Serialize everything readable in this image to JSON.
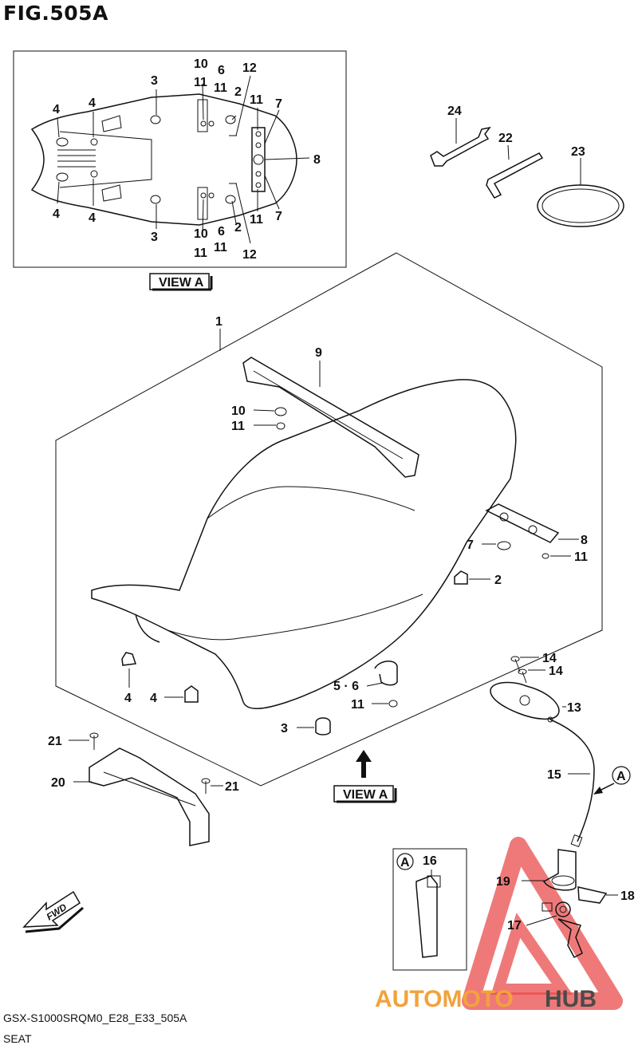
{
  "figure_title": "FIG.505A",
  "view_label": "VIEW A",
  "view_label_main": "VIEW A",
  "callout_letter": "A",
  "fwd_label": "FWD",
  "logo": {
    "part1": "AUTOMOTO",
    "part2": "HUB",
    "color_red": "#e83a3a",
    "color_orange": "#f2a23c",
    "color_grey": "#4a4a4a"
  },
  "footer": {
    "model_code": "GSX-S1000SRQM0_E28_E33_505A",
    "caption": "SEAT"
  },
  "inset_labels": [
    {
      "id": "i10a",
      "text": "10"
    },
    {
      "id": "i11a",
      "text": "11"
    },
    {
      "id": "i6a",
      "text": "6"
    },
    {
      "id": "i11b",
      "text": "11"
    },
    {
      "id": "i12a",
      "text": "12"
    },
    {
      "id": "i2a",
      "text": "2"
    },
    {
      "id": "i3a",
      "text": "3"
    },
    {
      "id": "i4a",
      "text": "4"
    },
    {
      "id": "i4b",
      "text": "4"
    },
    {
      "id": "i11c",
      "text": "11"
    },
    {
      "id": "i7a",
      "text": "7"
    },
    {
      "id": "i8a",
      "text": "8"
    },
    {
      "id": "i4c",
      "text": "4"
    },
    {
      "id": "i4d",
      "text": "4"
    },
    {
      "id": "i11d",
      "text": "11"
    },
    {
      "id": "i7b",
      "text": "7"
    },
    {
      "id": "i3b",
      "text": "3"
    },
    {
      "id": "i10b",
      "text": "10"
    },
    {
      "id": "i6b",
      "text": "6"
    },
    {
      "id": "i2b",
      "text": "2"
    },
    {
      "id": "i11e",
      "text": "11"
    },
    {
      "id": "i11f",
      "text": "11"
    },
    {
      "id": "i12b",
      "text": "12"
    }
  ],
  "main_labels": [
    {
      "id": "m24",
      "text": "24"
    },
    {
      "id": "m22",
      "text": "22"
    },
    {
      "id": "m23",
      "text": "23"
    },
    {
      "id": "m1",
      "text": "1"
    },
    {
      "id": "m9",
      "text": "9"
    },
    {
      "id": "m10",
      "text": "10"
    },
    {
      "id": "m11a",
      "text": "11"
    },
    {
      "id": "m8",
      "text": "8"
    },
    {
      "id": "m7",
      "text": "7"
    },
    {
      "id": "m11b",
      "text": "11"
    },
    {
      "id": "m2",
      "text": "2"
    },
    {
      "id": "m14a",
      "text": "14"
    },
    {
      "id": "m14b",
      "text": "14"
    },
    {
      "id": "m56",
      "text": "5 · 6"
    },
    {
      "id": "m13",
      "text": "13"
    },
    {
      "id": "m4a",
      "text": "4"
    },
    {
      "id": "m4b",
      "text": "4"
    },
    {
      "id": "m11c",
      "text": "11"
    },
    {
      "id": "m3",
      "text": "3"
    },
    {
      "id": "m21a",
      "text": "21"
    },
    {
      "id": "m15",
      "text": "15"
    },
    {
      "id": "m20",
      "text": "20"
    },
    {
      "id": "m21b",
      "text": "21"
    },
    {
      "id": "m16",
      "text": "16"
    },
    {
      "id": "m19",
      "text": "19"
    },
    {
      "id": "m18",
      "text": "18"
    },
    {
      "id": "m17",
      "text": "17"
    }
  ]
}
